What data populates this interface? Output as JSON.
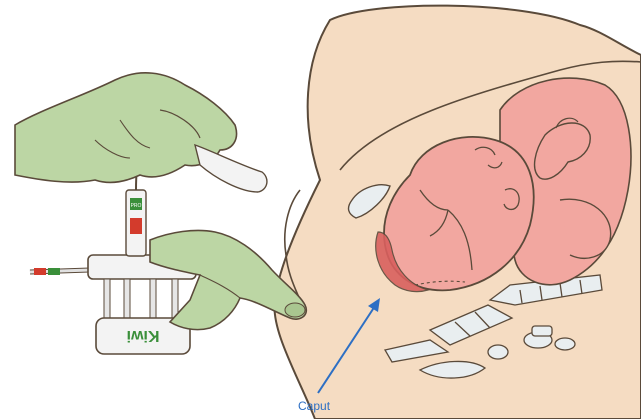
{
  "labels": {
    "caput": "Caput",
    "device_brand": "Kiwi",
    "handle_mark": "PRO"
  },
  "colors": {
    "skin": "#f5dcc2",
    "skin_outline": "#5a4a3a",
    "glove": "#bcd6a4",
    "glove_shade": "#a9c690",
    "fetus": "#f2a7a0",
    "fetus_shade": "#e58f87",
    "caput": "#d9605e",
    "bone": "#e9eef0",
    "arrow": "#2d6fc4",
    "device_green": "#3a8f3a",
    "device_red": "#d33b2c"
  },
  "icons": {
    "pointer": "arrow-up-right-icon",
    "vacuum_cup": "kiwi-vacuum-cup-icon"
  }
}
